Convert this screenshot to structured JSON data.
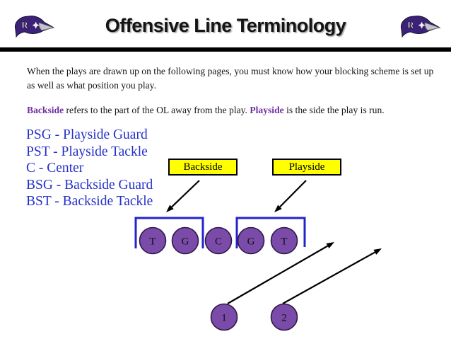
{
  "header": {
    "title": "Offensive Line Terminology",
    "logo_letter": "R"
  },
  "body": {
    "paragraph1": "When the plays are drawn up on the following pages, you must know how your blocking scheme is set up as well as what position you play.",
    "paragraph2_term1": "Backside",
    "paragraph2_text1": " refers to the part of the OL away from the play.  ",
    "paragraph2_term2": "Playside",
    "paragraph2_text2": " is the side the play is run.",
    "terms": [
      "PSG - Playside Guard",
      "PST - Playside Tackle",
      "C - Center",
      "BSG - Backside Guard",
      "BST - Backside Tackle"
    ]
  },
  "diagram": {
    "backside_label": "Backside",
    "playside_label": "Playside",
    "line_positions": [
      "T",
      "G",
      "C",
      "G",
      "T"
    ],
    "back_positions": [
      "1",
      "2"
    ]
  },
  "colors": {
    "title": "#141414",
    "term_list_blue": "#2531C8",
    "keyword_purple": "#7030A0",
    "label_yellow": "#FFFF00",
    "circle_purple": "#7A4BA8",
    "circle_outline": "#2E1A47",
    "bracket_blue": "#2323CC",
    "arrow_black": "#000000",
    "divider_black": "#000000",
    "logo_purple": "#3B2178"
  }
}
